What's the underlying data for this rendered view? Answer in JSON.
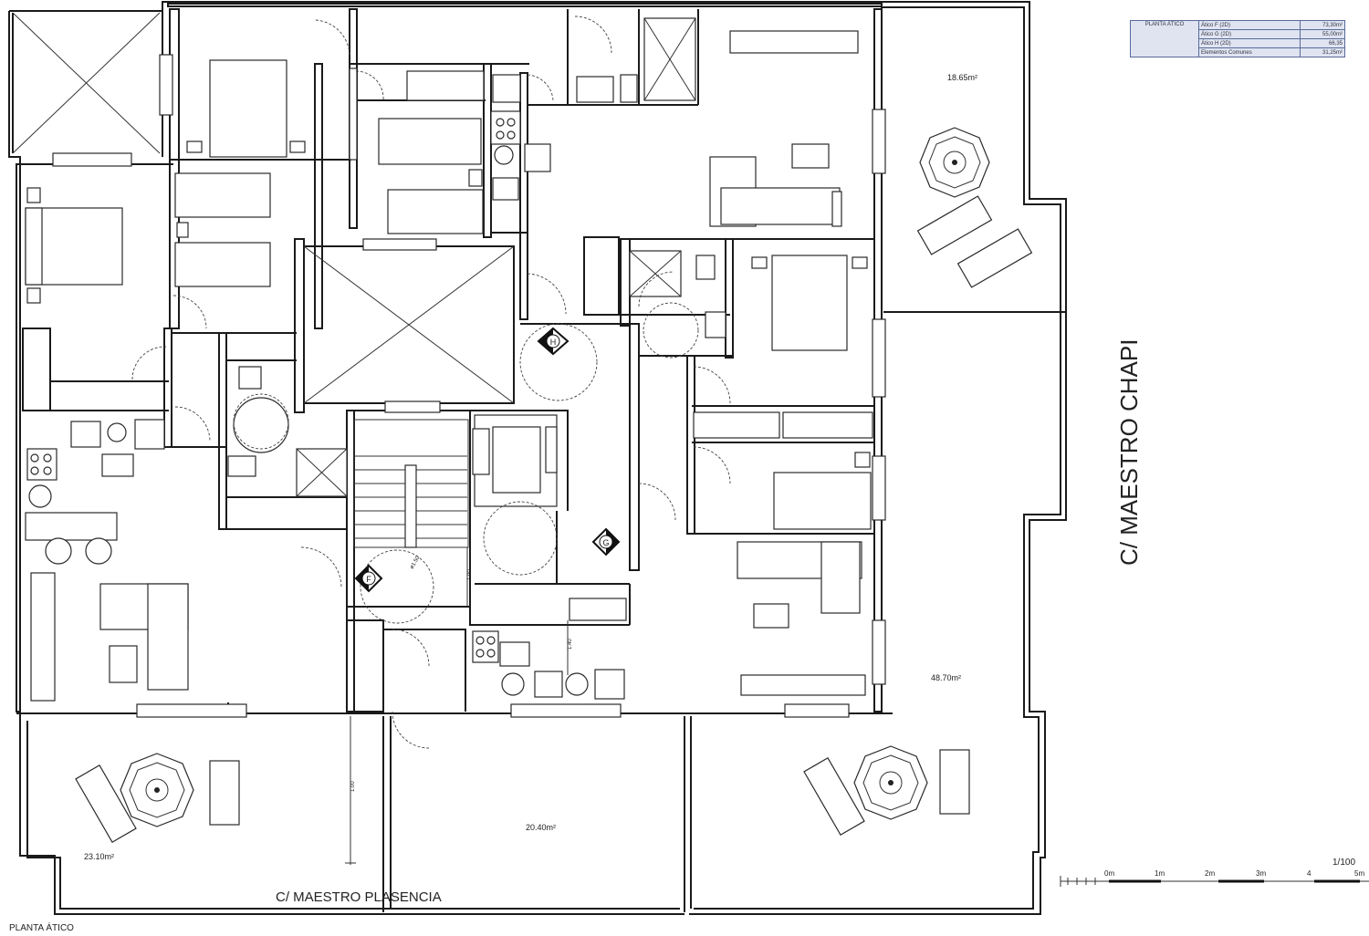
{
  "legend": {
    "title": "PLANTA ÁTICO",
    "rows": [
      {
        "unit": "Ático F (2D)",
        "area": "73,30m²"
      },
      {
        "unit": "Ático G (2D)",
        "area": "55,00m²"
      },
      {
        "unit": "Ático H (2D)",
        "area": "66,35"
      },
      {
        "unit": "Elementos Comunes",
        "area": "31,25m²"
      }
    ]
  },
  "areas": {
    "terrace_top_right": "18.65m²",
    "terrace_right": "48.70m²",
    "terrace_bottom_middle": "20.40m²",
    "terrace_bottom_left": "23.10m²"
  },
  "streets": {
    "right": "C/ MAESTRO CHAPI",
    "bottom": "C/ MAESTRO PLASENCIA"
  },
  "unit_markers": {
    "h": "H",
    "g": "G",
    "f": "F"
  },
  "dimensions": {
    "d1": "1.90",
    "d2": "1.00",
    "d3": "ø1.50",
    "d4": "1.40"
  },
  "plan_title": "PLANTA ÁTICO",
  "scale": {
    "label": "1/100",
    "ticks": [
      "0m",
      "1m",
      "2m",
      "3m",
      "4",
      "5m"
    ]
  }
}
